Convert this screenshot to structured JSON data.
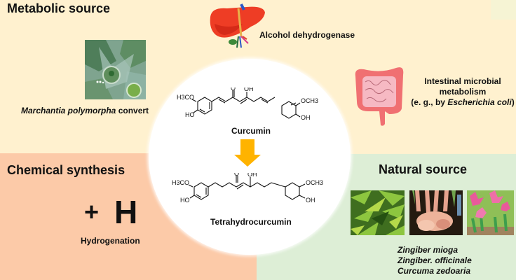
{
  "regions": {
    "metabolic": {
      "title": "Metabolic source",
      "color": "#FFF1CF"
    },
    "chemical": {
      "title": "Chemical synthesis",
      "color": "#FCCAA8"
    },
    "natural": {
      "title": "Natural source",
      "color": "#DDEED6"
    }
  },
  "metabolic_items": {
    "marchantia": {
      "name_italic": "Marchantia polymorpha",
      "suffix": " convert",
      "icon": "moss-photo"
    },
    "liver": {
      "label": "Alcohol dehydrogenase",
      "icon": "liver-icon"
    },
    "intestine": {
      "line1": "Intestinal microbial",
      "line2": "metabolism",
      "line3_prefix": "(e. g., by ",
      "line3_italic": "Escherichia coli",
      "line3_suffix": ")",
      "icon": "intestine-icon"
    }
  },
  "center": {
    "compound_top": {
      "name": "Curcumin",
      "labels": {
        "left_top": "H3CO",
        "left_bottom": "HO",
        "ketone": "O",
        "enol": "OH",
        "right_top": "OCH3",
        "right_bottom": "OH"
      }
    },
    "arrow": {
      "color": "#FFB300",
      "icon": "arrow-down-icon"
    },
    "compound_bottom": {
      "name": "Tetrahydrocurcumin",
      "labels": {
        "left_top": "H3CO",
        "left_bottom": "HO",
        "ketone": "O",
        "enol": "OH",
        "right_top": "OCH3",
        "right_bottom": "OH"
      }
    }
  },
  "chemical": {
    "symbol_plus": "+",
    "symbol_h": "H",
    "label": "Hydrogenation"
  },
  "natural": {
    "photos": [
      "zingiber-mioga-photo",
      "zingiber-officinale-photo",
      "curcuma-zedoaria-photo"
    ],
    "species": [
      "Zingiber mioga",
      "Zingiber. officinale",
      "Curcuma zedoaria"
    ]
  }
}
